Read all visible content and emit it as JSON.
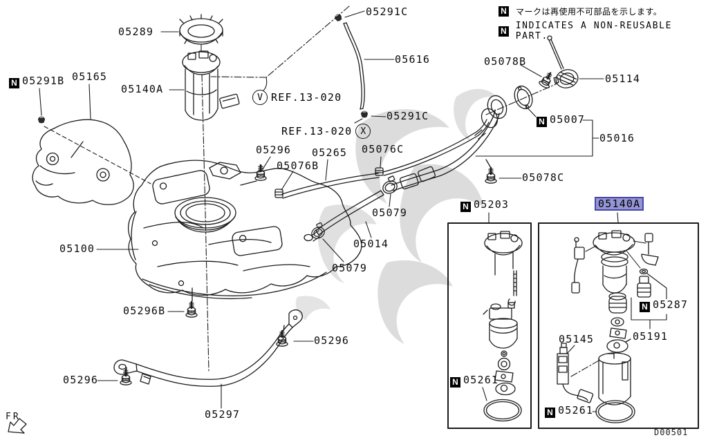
{
  "legend": {
    "n_symbol": "N",
    "jp_line": "マークは再使用不可部品を示します。",
    "en_line": "INDICATES A NON-REUSABLE PART."
  },
  "refs": {
    "v_circle": "V",
    "x_circle": "X",
    "ref_text": "REF.13-020"
  },
  "footer": {
    "diagram_code": "D00501",
    "fr_label": "FR"
  },
  "colors": {
    "highlight_bg": "#9595d6",
    "highlight_border": "#4646a8",
    "line": "#1a1a1a",
    "watermark": "#dcdcdc"
  },
  "parts": {
    "p05291c_top": "05291C",
    "p05289": "05289",
    "p05616": "05616",
    "p05078b": "05078B",
    "p05114": "05114",
    "p05140a_main": "05140A",
    "p05291b": "05291B",
    "p05165": "05165",
    "p05291c_mid": "05291C",
    "p05007": "05007",
    "p05016": "05016",
    "p05296_top": "05296",
    "p05265": "05265",
    "p05076c": "05076C",
    "p05076b": "05076B",
    "p05078c": "05078C",
    "p05079_right": "05079",
    "p05014": "05014",
    "p05079_left": "05079",
    "p05100": "05100",
    "p05203": "05203",
    "p05140a_detail": "05140A",
    "p05287": "05287",
    "p05145": "05145",
    "p05191": "05191",
    "p05296b": "05296B",
    "p05296_right": "05296",
    "p05296_left": "05296",
    "p05297": "05297",
    "p05261_left": "05261",
    "p05261_right": "05261"
  }
}
